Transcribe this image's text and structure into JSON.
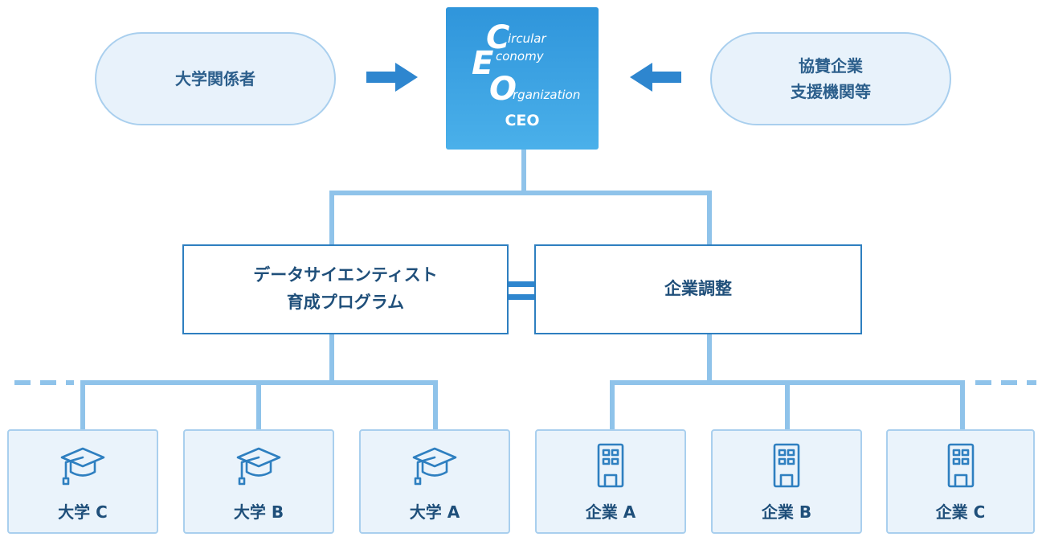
{
  "left_pill": {
    "label": "大学関係者"
  },
  "right_pill": {
    "line1": "協賛企業",
    "line2": "支援機関等"
  },
  "ceo": {
    "logo": {
      "c": "C",
      "c_rest": "ircular",
      "e": "E",
      "e_rest": "conomy",
      "o": "O",
      "o_rest": "rganization"
    },
    "label": "CEO"
  },
  "program_box": {
    "line1": "データサイエンティスト",
    "line2": "育成プログラム"
  },
  "corp_box": {
    "label": "企業調整"
  },
  "universities": [
    {
      "label": "大学 C",
      "icon": "graduation-cap-icon"
    },
    {
      "label": "大学 B",
      "icon": "graduation-cap-icon"
    },
    {
      "label": "大学 A",
      "icon": "graduation-cap-icon"
    }
  ],
  "companies": [
    {
      "label": "企業 A",
      "icon": "building-icon"
    },
    {
      "label": "企業 B",
      "icon": "building-icon"
    },
    {
      "label": "企業 C",
      "icon": "building-icon"
    }
  ],
  "colors": {
    "connector": "#8fc3ea",
    "arrow": "#2e86cf",
    "box_border": "#2e7fc0",
    "ceo_bg": "#3aa3e3",
    "card_bg": "#eaf3fb"
  }
}
